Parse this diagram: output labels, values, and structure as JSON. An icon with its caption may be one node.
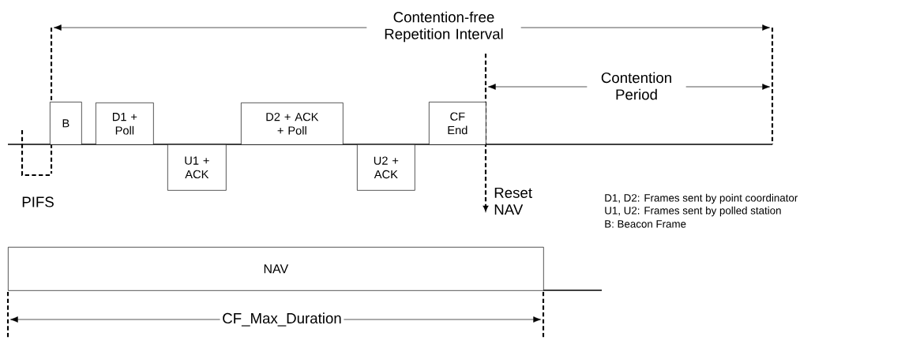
{
  "diagram": {
    "nodes": [
      {
        "text": [
          "B"
        ]
      },
      {
        "text": [
          "D1 + Poll"
        ]
      },
      {
        "text": [
          "U1 + ACK"
        ]
      },
      {
        "text": [
          "D2 + ACK + Poll"
        ]
      },
      {
        "text": [
          "U2 + ACK"
        ]
      },
      {
        "text": [
          "CF End"
        ]
      },
      {
        "text": [
          "NAV"
        ]
      }
    ],
    "labels": [
      "Contention-free Repetition Interval",
      "Contention Period",
      "PIFS",
      "Reset NAV",
      "D1, D2: Frames sent by point coordinator",
      "U1, U2: Frames sent by polled station",
      "B: Beacon Frame",
      "CF_Max_Duration"
    ]
  }
}
